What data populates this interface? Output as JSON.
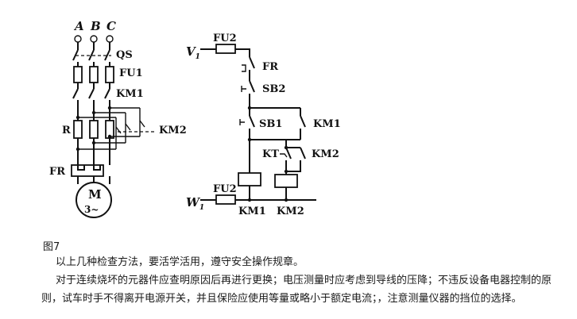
{
  "diagram": {
    "phases": [
      "A",
      "B",
      "C"
    ],
    "labels": {
      "qs": "QS",
      "fu1": "FU1",
      "km1_main": "KM1",
      "r": "R",
      "km2_main": "KM2",
      "fr_main": "FR",
      "motor": "M",
      "motor_sub": "3~",
      "v": "V",
      "w": "W",
      "sub": "1",
      "fu2_top": "FU2",
      "fr_ctrl": "FR",
      "sb2": "SB2",
      "sb1": "SB1",
      "km1_contact": "KM1",
      "kt": "KT",
      "km2_contact": "KM2",
      "fu2_bottom": "FU2",
      "km1_coil": "KM1",
      "km2_coil": "KM2"
    }
  },
  "caption": "图7",
  "paragraphs": [
    "以上几种检查方法，要活学活用，遵守安全操作规章。",
    "对于连续烧坏的元器件应查明原因后再进行更换；电压测量时应考虑到导线的压降；不违反设备电器控制的原",
    "则，试车时手不得离开电源开关，并且保险应使用等量或略小于额定电流；，注意测量仪器的挡位的选择。"
  ]
}
